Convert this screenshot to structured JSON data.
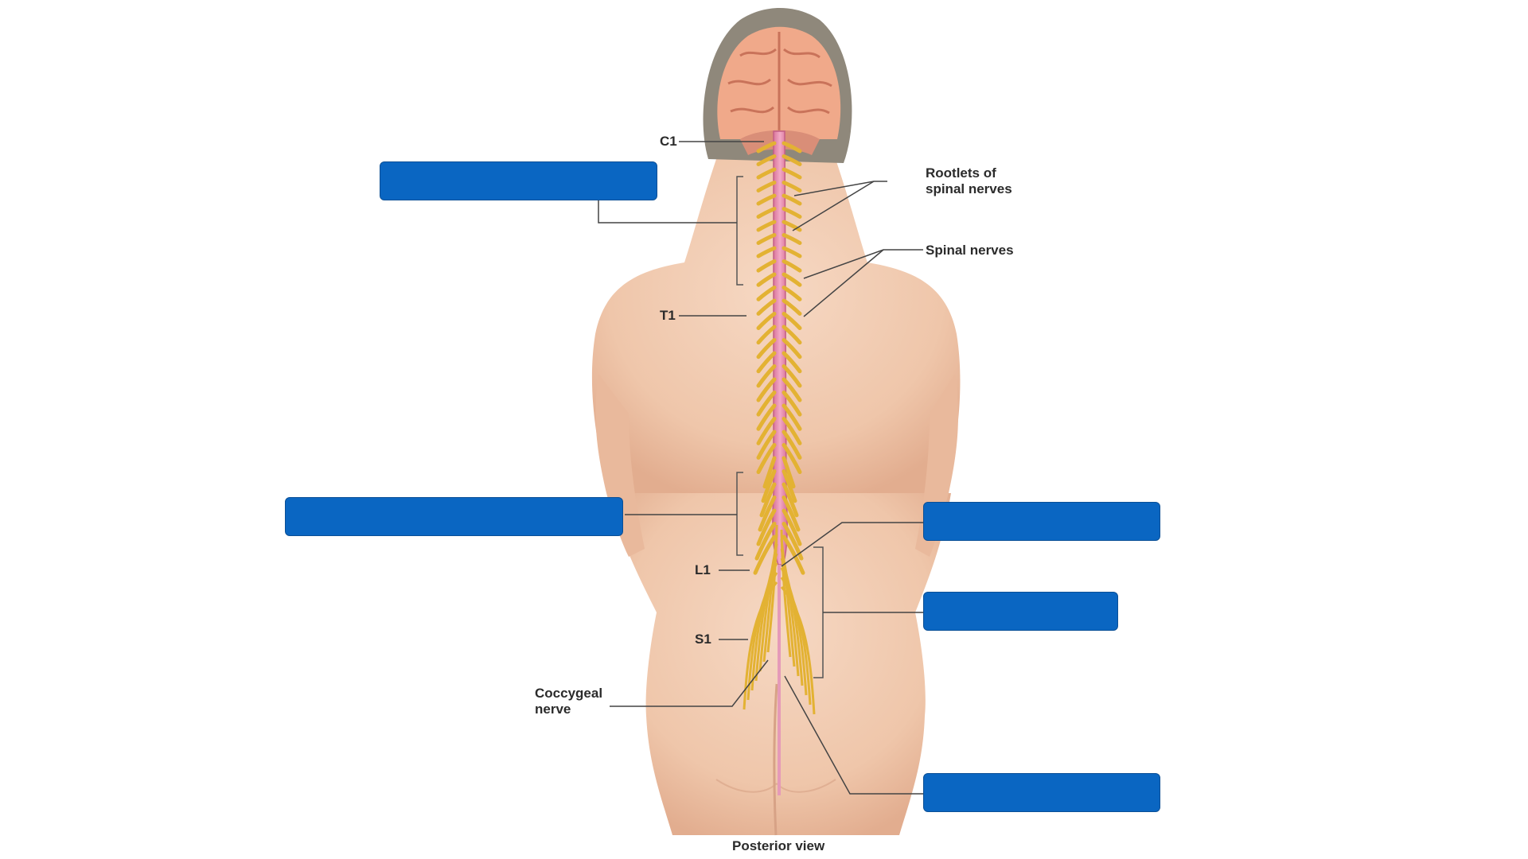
{
  "labels": {
    "c1": "C1",
    "t1": "T1",
    "l1": "L1",
    "s1": "S1",
    "rootlets": "Rootlets of\nspinal nerves",
    "spinal_nerves": "Spinal nerves",
    "coccygeal": "Coccygeal\nnerve",
    "caption": "Posterior view"
  },
  "answer_boxes": {
    "upper_left": "",
    "mid_left": "",
    "right_1": "",
    "right_2": "",
    "right_3": ""
  },
  "colors": {
    "answer_box": "#0a66c2",
    "skin": "#efc7ab",
    "spinal_cord": "#e98fb0",
    "nerves": "#e3b233",
    "brain": "#f0a98a",
    "hair": "#8a8378",
    "leader_line": "#444444"
  }
}
